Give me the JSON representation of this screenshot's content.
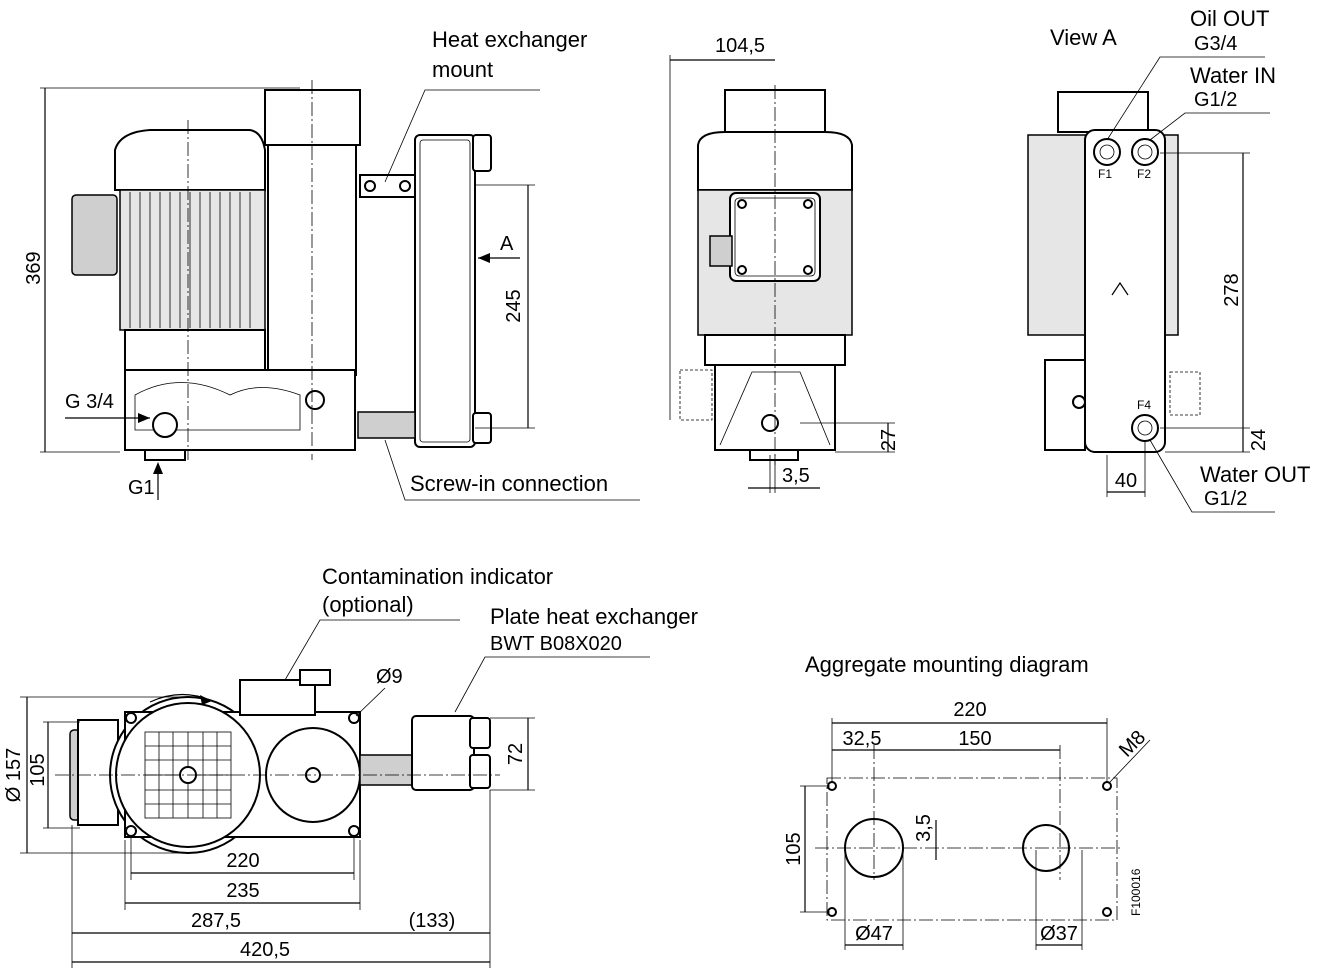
{
  "labels": {
    "heat_exchanger_mount_1": "Heat exchanger",
    "heat_exchanger_mount_2": "mount",
    "screw_in": "Screw-in connection",
    "g34": "G 3/4",
    "g1": "G1",
    "arrow_a": "A",
    "view_a": "View A",
    "oil_out": "Oil OUT",
    "oil_out_thread": "G3/4",
    "water_in": "Water IN",
    "water_in_thread": "G1/2",
    "water_out": "Water OUT",
    "water_out_thread": "G1/2",
    "contamination_1": "Contamination indicator",
    "contamination_2": "(optional)",
    "plate_hx_1": "Plate heat exchanger",
    "plate_hx_2": "BWT B08X020",
    "mounting_diagram": "Aggregate mounting diagram",
    "drawing_id": "F100016",
    "f1": "F1",
    "f2": "F2",
    "f4": "F4"
  },
  "dimensions": {
    "side_height": "369",
    "side_hx_height": "245",
    "front_offset": "104,5",
    "front_base": "27",
    "front_small": "3,5",
    "viewa_height": "278",
    "viewa_bottom": "24",
    "viewa_width": "40",
    "top_dia_157": "Ø 157",
    "top_105": "105",
    "top_72": "72",
    "top_hole": "Ø9",
    "top_220": "220",
    "top_235": "235",
    "top_2875": "287,5",
    "top_133": "(133)",
    "top_4205": "420,5",
    "mount_220": "220",
    "mount_325": "32,5",
    "mount_150": "150",
    "mount_m8": "M8",
    "mount_105": "105",
    "mount_35": "3,5",
    "mount_d47": "Ø47",
    "mount_d37": "Ø37"
  }
}
